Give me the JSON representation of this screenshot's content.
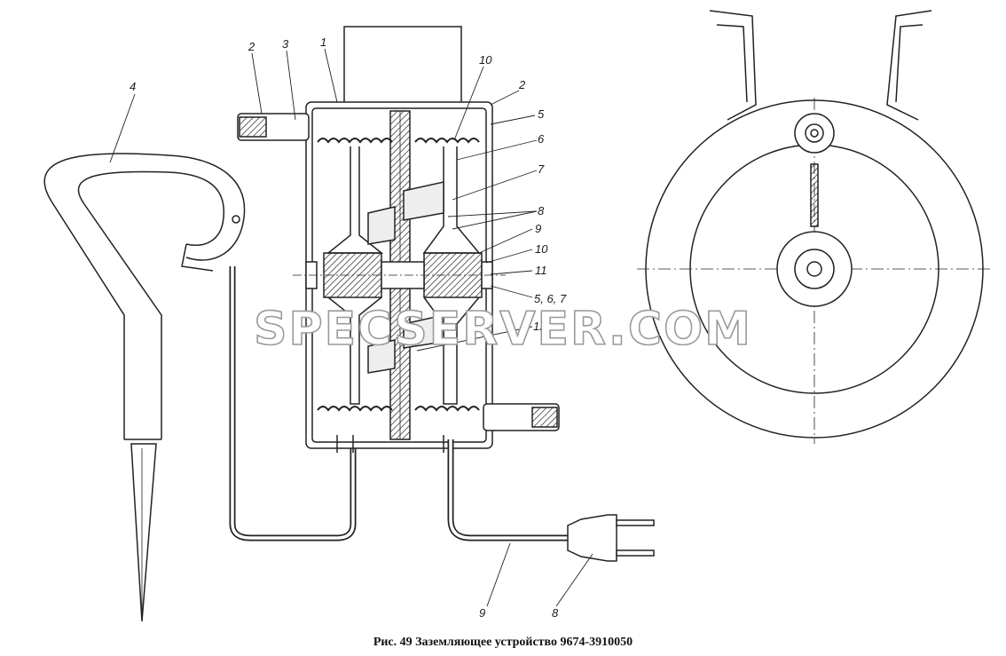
{
  "caption": "Рис. 49 Заземляющее устройство 9674-3910050",
  "watermark": "SPECSERVER.COM",
  "callouts": [
    "4",
    "2",
    "3",
    "1",
    "10",
    "2",
    "5",
    "6",
    "7",
    "8",
    "9",
    "10",
    "11",
    "5, 6, 7",
    "12",
    "9",
    "8"
  ]
}
